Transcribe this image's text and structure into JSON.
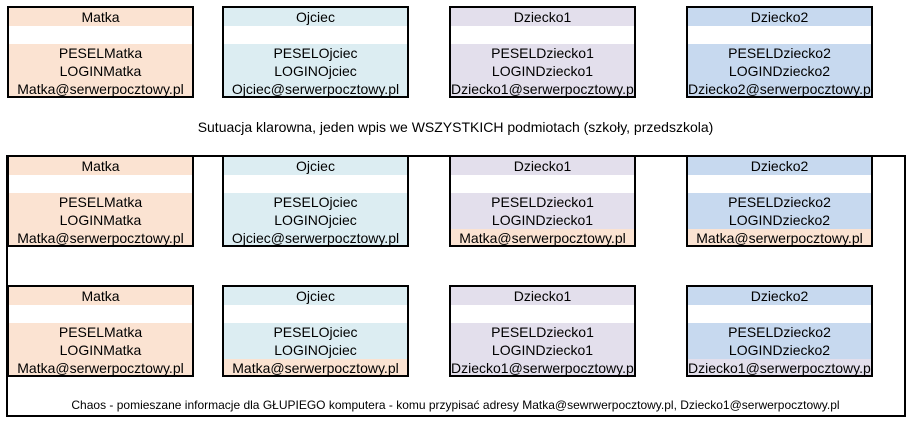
{
  "colors": {
    "matka": "#fbe3d2",
    "ojciec": "#dcedf2",
    "dziecko1": "#e3dfec",
    "dziecko2": "#c7d9ef"
  },
  "top": {
    "cards": [
      {
        "color": "matka",
        "title": "Matka",
        "pesel": "PESELMatka",
        "login": "LOGINMatka",
        "email": "Matka@serwerpocztowy.pl",
        "email_color": "matka"
      },
      {
        "color": "ojciec",
        "title": "Ojciec",
        "pesel": "PESELOjciec",
        "login": "LOGINOjciec",
        "email": "Ojciec@serwerpocztowy.pl",
        "email_color": "ojciec"
      },
      {
        "color": "dziecko1",
        "title": "Dziecko1",
        "pesel": "PESELDziecko1",
        "login": "LOGINDziecko1",
        "email": "Dziecko1@serwerpocztowy.pl",
        "email_color": "dziecko1"
      },
      {
        "color": "dziecko2",
        "title": "Dziecko2",
        "pesel": "PESELDziecko2",
        "login": "LOGINDziecko2",
        "email": "Dziecko2@serwerpocztowy.pl",
        "email_color": "dziecko2"
      }
    ],
    "caption": "Sutuacja klarowna, jeden wpis we WSZYSTKICH podmiotach (szkoły, przedszkola)"
  },
  "chaos": {
    "row1": [
      {
        "color": "matka",
        "title": "Matka",
        "pesel": "PESELMatka",
        "login": "LOGINMatka",
        "email": "Matka@serwerpocztowy.pl",
        "email_color": "matka"
      },
      {
        "color": "ojciec",
        "title": "Ojciec",
        "pesel": "PESELOjciec",
        "login": "LOGINOjciec",
        "email": "Ojciec@serwerpocztowy.pl",
        "email_color": "ojciec"
      },
      {
        "color": "dziecko1",
        "title": "Dziecko1",
        "pesel": "PESELDziecko1",
        "login": "LOGINDziecko1",
        "email": "Matka@serwerpocztowy.pl",
        "email_color": "matka"
      },
      {
        "color": "dziecko2",
        "title": "Dziecko2",
        "pesel": "PESELDziecko2",
        "login": "LOGINDziecko2",
        "email": "Matka@serwerpocztowy.pl",
        "email_color": "matka"
      }
    ],
    "row2": [
      {
        "color": "matka",
        "title": "Matka",
        "pesel": "PESELMatka",
        "login": "LOGINMatka",
        "email": "Matka@serwerpocztowy.pl",
        "email_color": "matka"
      },
      {
        "color": "ojciec",
        "title": "Ojciec",
        "pesel": "PESELOjciec",
        "login": "LOGINOjciec",
        "email": "Matka@serwerpocztowy.pl",
        "email_color": "matka"
      },
      {
        "color": "dziecko1",
        "title": "Dziecko1",
        "pesel": "PESELDziecko1",
        "login": "LOGINDziecko1",
        "email": "Dziecko1@serwerpocztowy.pl",
        "email_color": "dziecko1"
      },
      {
        "color": "dziecko2",
        "title": "Dziecko2",
        "pesel": "PESELDziecko2",
        "login": "LOGINDziecko2",
        "email": "Dziecko1@serwerpocztowy.pl",
        "email_color": "dziecko1"
      }
    ],
    "caption": "Chaos - pomieszane informacje dla GŁUPIEGO komputera - komu przypisać adresy Matka@sewrwerpocztowy.pl, Dziecko1@serwerpocztowy.pl"
  }
}
